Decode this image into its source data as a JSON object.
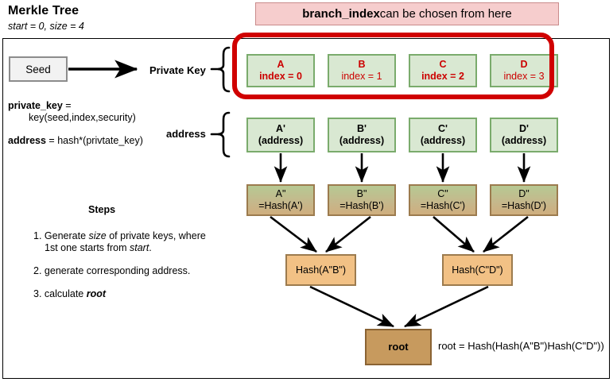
{
  "title": "Merkle Tree",
  "subtitle": "start = 0, size = 4",
  "banner": {
    "strong": "branch_index",
    "rest": " can be chosen from here"
  },
  "seed": {
    "label": "Seed"
  },
  "formulas": {
    "private_key_lhs": "private_key",
    "private_key_eq": " =",
    "private_key_rhs": "key(seed,index,security)",
    "address_lhs": "address",
    "address_rhs": " = hash*(privtate_key)"
  },
  "brace_labels": {
    "private_key": "Private Key",
    "address": "address"
  },
  "steps": {
    "heading": "Steps",
    "items": [
      {
        "num": "1.",
        "line1_a": "Generate ",
        "line1_i": "size",
        "line1_b": " of private keys, where",
        "line2_a": "1st one starts from ",
        "line2_i": "start",
        "line2_b": "."
      },
      {
        "num": "2.",
        "line1_a": "generate corresponding address.",
        "line1_i": "",
        "line1_b": ""
      },
      {
        "num": "3.",
        "line1_a": "calculate ",
        "line1_i": "",
        "line1_b": "",
        "bold_italic": "root"
      }
    ]
  },
  "private_key_row": [
    {
      "name": "A",
      "index_label": "index = 0",
      "bold_index": true
    },
    {
      "name": "B",
      "index_label": "index = 1",
      "bold_index": false
    },
    {
      "name": "C",
      "index_label": "index = 2",
      "bold_index": true
    },
    {
      "name": "D",
      "index_label": "index = 3",
      "bold_index": false
    }
  ],
  "address_row": [
    {
      "name": "A'",
      "sub": "(address)"
    },
    {
      "name": "B'",
      "sub": "(address)"
    },
    {
      "name": "C'",
      "sub": "(address)"
    },
    {
      "name": "D'",
      "sub": "(address)"
    }
  ],
  "hash_row": [
    {
      "name": "A\"",
      "sub": "=Hash(A')"
    },
    {
      "name": "B\"",
      "sub": "=Hash(B')"
    },
    {
      "name": "C\"",
      "sub": "=Hash(C')"
    },
    {
      "name": "D\"",
      "sub": "=Hash(D')"
    }
  ],
  "mid_row": [
    {
      "label": "Hash(A\"B\")"
    },
    {
      "label": "Hash(C\"D\")"
    }
  ],
  "root": {
    "label": "root",
    "equation": "root = Hash(Hash(A\"B\")Hash(C\"D\"))"
  },
  "colors": {
    "highlight_red": "#d00000",
    "banner_bg": "#f6cdcd",
    "banner_border": "#c98b8b",
    "green_fill": "#d9e8d2",
    "green_border": "#7aab6c",
    "pk_text_red": "#cc0000",
    "hash_border": "#9c7b4e",
    "mid_fill": "#f2c185",
    "root_fill": "#c79a5e",
    "seed_fill": "#f2f2f2",
    "seed_border": "#8c8c8c"
  }
}
